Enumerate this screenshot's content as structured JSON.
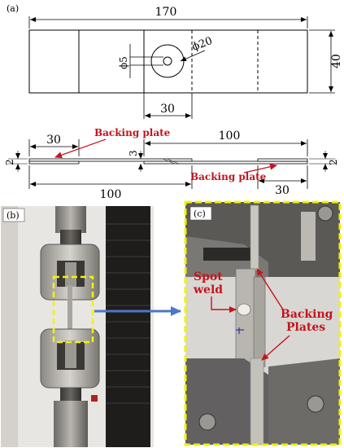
{
  "panels": {
    "a": "(a)",
    "b": "(b)",
    "c": "(c)"
  },
  "top_view": {
    "length": "170",
    "width": "40",
    "hole_diameter": "ϕ5",
    "circle_diameter": "ϕ20",
    "overlap": "30"
  },
  "side_view": {
    "backing_top_length": "30",
    "backing_top_label": "Backing plate",
    "plate_length_top": "100",
    "thickness_left": "2",
    "thickness_middle": "3",
    "thickness_right": "2",
    "plate_length_bottom": "100",
    "backing_bottom_label": "Backing plate",
    "backing_bottom_length": "30"
  },
  "photo_c": {
    "spot_weld_line1": "Spot",
    "spot_weld_line2": "weld",
    "backing_line1": "Backing",
    "backing_line2": "Plates"
  },
  "colors": {
    "callout": "#c4141c",
    "zoom_box": "#f2f20a",
    "arrow": "#4a78c4"
  }
}
